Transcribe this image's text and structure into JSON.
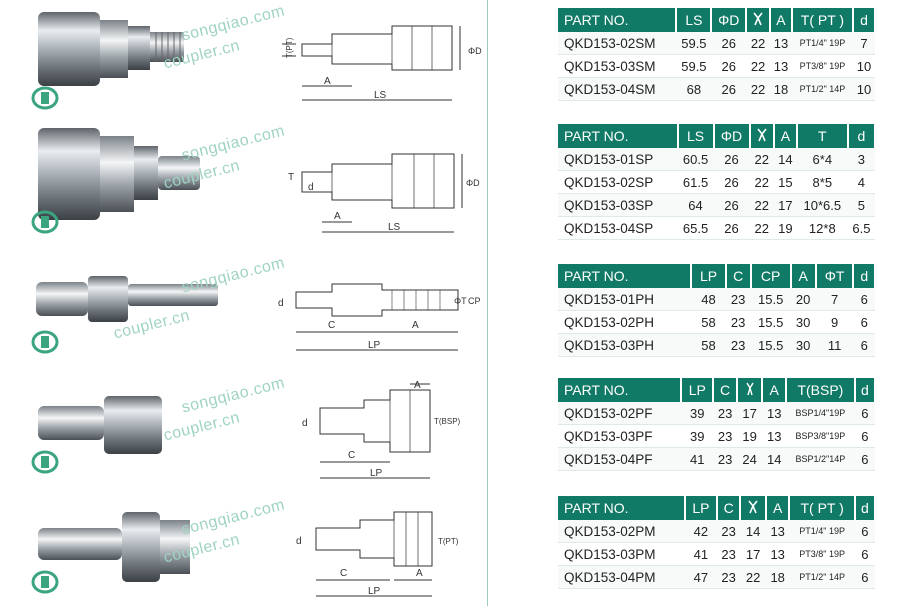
{
  "watermark": {
    "line1": "songqiao.com",
    "line2": "coupler.cn"
  },
  "colors": {
    "header_bg": "#117a66",
    "watermark": "#9fd3c2",
    "divider": "#9ec9c0"
  },
  "drawings": {
    "sm": {
      "a": "A",
      "ls": "LS",
      "t": "T(PT)",
      "d": "ΦD"
    },
    "sp": {
      "a": "A",
      "ls": "LS",
      "t": "T",
      "d": "d",
      "dd": "ΦD"
    },
    "ph": {
      "c": "C",
      "a": "A",
      "lp": "LP",
      "d": "d",
      "t": "ΦT",
      "cp": "CP"
    },
    "pf": {
      "a": "A",
      "c": "C",
      "lp": "LP",
      "d": "d",
      "t": "T(BSP)"
    },
    "pm": {
      "c": "C",
      "a": "A",
      "lp": "LP",
      "d": "d",
      "t": "T(PT)"
    }
  },
  "tables": [
    {
      "id": "sm",
      "headers": [
        "PART NO.",
        "LS",
        "ΦD",
        "wrench-icon",
        "A",
        "T( PT )",
        "d"
      ],
      "rows": [
        [
          "QKD153-02SM",
          "59.5",
          "26",
          "22",
          "13",
          "PT1/4\" 19P",
          "7"
        ],
        [
          "QKD153-03SM",
          "59.5",
          "26",
          "22",
          "13",
          "PT3/8\" 19P",
          "10"
        ],
        [
          "QKD153-04SM",
          "68",
          "26",
          "22",
          "18",
          "PT1/2\" 14P",
          "10"
        ]
      ]
    },
    {
      "id": "sp",
      "headers": [
        "PART NO.",
        "LS",
        "ΦD",
        "wrench-icon",
        "A",
        "T",
        "d"
      ],
      "rows": [
        [
          "QKD153-01SP",
          "60.5",
          "26",
          "22",
          "14",
          "6*4",
          "3"
        ],
        [
          "QKD153-02SP",
          "61.5",
          "26",
          "22",
          "15",
          "8*5",
          "4"
        ],
        [
          "QKD153-03SP",
          "64",
          "26",
          "22",
          "17",
          "10*6.5",
          "5"
        ],
        [
          "QKD153-04SP",
          "65.5",
          "26",
          "22",
          "19",
          "12*8",
          "6.5"
        ]
      ]
    },
    {
      "id": "ph",
      "headers": [
        "PART NO.",
        "LP",
        "C",
        "CP",
        "A",
        "ΦT",
        "d"
      ],
      "rows": [
        [
          "QKD153-01PH",
          "48",
          "23",
          "15.5",
          "20",
          "7",
          "6"
        ],
        [
          "QKD153-02PH",
          "58",
          "23",
          "15.5",
          "30",
          "9",
          "6"
        ],
        [
          "QKD153-03PH",
          "58",
          "23",
          "15.5",
          "30",
          "11",
          "6"
        ]
      ]
    },
    {
      "id": "pf",
      "headers": [
        "PART NO.",
        "LP",
        "C",
        "wrench-icon-2",
        "A",
        "T(BSP)",
        "d"
      ],
      "rows": [
        [
          "QKD153-02PF",
          "39",
          "23",
          "17",
          "13",
          "BSP1/4\"19P",
          "6"
        ],
        [
          "QKD153-03PF",
          "39",
          "23",
          "19",
          "13",
          "BSP3/8\"19P",
          "6"
        ],
        [
          "QKD153-04PF",
          "41",
          "23",
          "24",
          "14",
          "BSP1/2\"14P",
          "6"
        ]
      ]
    },
    {
      "id": "pm",
      "headers": [
        "PART NO.",
        "LP",
        "C",
        "wrench-icon",
        "A",
        "T( PT )",
        "d"
      ],
      "rows": [
        [
          "QKD153-02PM",
          "42",
          "23",
          "14",
          "13",
          "PT1/4\" 19P",
          "6"
        ],
        [
          "QKD153-03PM",
          "41",
          "23",
          "17",
          "13",
          "PT3/8\" 19P",
          "6"
        ],
        [
          "QKD153-04PM",
          "47",
          "23",
          "22",
          "18",
          "PT1/2\" 14P",
          "6"
        ]
      ]
    }
  ]
}
